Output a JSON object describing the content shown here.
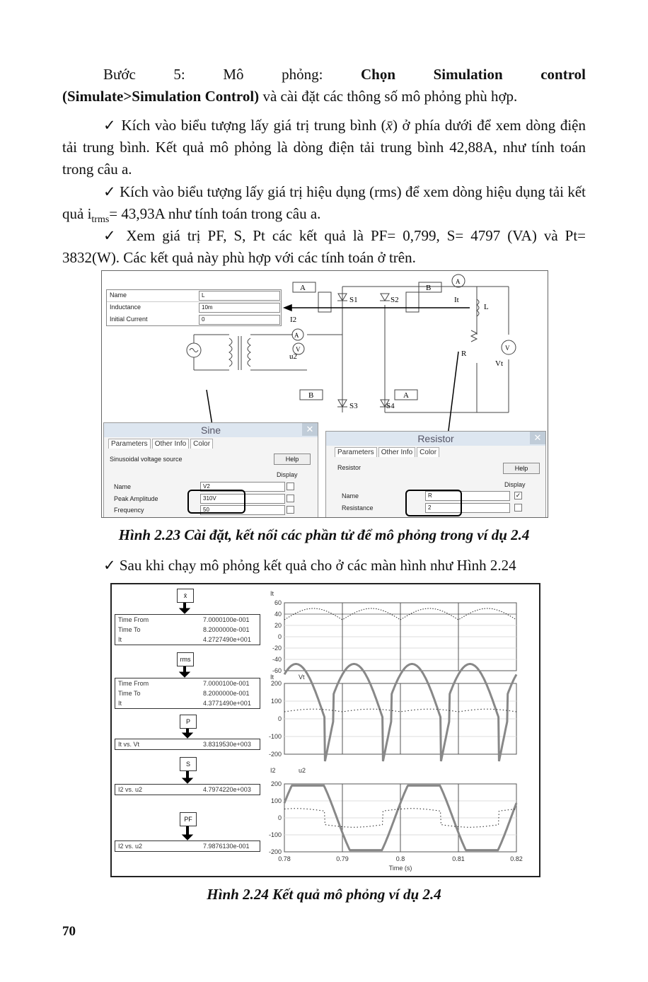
{
  "step": {
    "prefix": "Bước 5: Mô phỏng: ",
    "bold1": "Chọn Simulation control",
    "bold2": "(Simulate>Simulation Control)",
    "rest": " và cài đặt các thông số mô phỏng phù hợp."
  },
  "bullets": [
    {
      "mark": "✓",
      "pre": "Kích vào biểu tượng lấy giá trị trung bình (",
      "sym": "x̄",
      "post": ") ở phía dưới để xem dòng điện tải trung bình. Kết quả mô phỏng là dòng điện tải trung bình 42,88A, như tính toán trong câu a."
    },
    {
      "mark": "✓",
      "pre": "Kích vào biểu tượng lấy giá trị hiệu dụng (rms) để xem dòng hiệu dụng tải kết quả i",
      "sub": "trms",
      "post": "= 43,93A như tính toán trong câu a."
    },
    {
      "mark": "✓",
      "text": "Xem giá trị PF, S, Pt các kết quả là PF= 0,799, S= 4797 (VA) và Pt= 3832(W). Các kết quả này phù hợp với các tính toán ở trên."
    }
  ],
  "fig1": {
    "caption": "Hình 2.23 Cài đặt, kết nối các phần tử để mô phỏng trong ví dụ 2.4",
    "inductor_panel": [
      {
        "label": "Name",
        "value": "L"
      },
      {
        "label": "Inductance",
        "value": "10m"
      },
      {
        "label": "Initial Current",
        "value": "0"
      }
    ],
    "circuit_labels": {
      "a1": "A",
      "b1": "B",
      "ammeter": "A",
      "s1": "S1",
      "s2": "S2",
      "it": "It",
      "l": "L",
      "i2": "I2",
      "u2": "u2",
      "v": "V",
      "r": "R",
      "vt": "Vt",
      "b2": "B",
      "a2": "A",
      "s3": "S3",
      "s4": "S4"
    },
    "sine_dialog": {
      "title": "Sine",
      "tabs": [
        "Parameters",
        "Other Info",
        "Color"
      ],
      "subtitle": "Sinusoidal voltage source",
      "help": "Help",
      "display": "Display",
      "rows": [
        {
          "label": "Name",
          "value": "V2"
        },
        {
          "label": "Peak Amplitude",
          "value": "310V"
        },
        {
          "label": "Frequency",
          "value": "50"
        }
      ]
    },
    "resistor_dialog": {
      "title": "Resistor",
      "tabs": [
        "Parameters",
        "Other Info",
        "Color"
      ],
      "subtitle": "Resistor",
      "help": "Help",
      "display": "Display",
      "rows": [
        {
          "label": "Name",
          "value": "R",
          "checked": "✓"
        },
        {
          "label": "Resistance",
          "value": "2"
        }
      ]
    }
  },
  "bullet4": {
    "mark": "✓",
    "text": "Sau khi chạy mô phỏng kết quả cho ở các màn hình như Hình 2.24"
  },
  "fig2": {
    "caption": "Hình 2.24 Kết quả mô phỏng ví dụ 2.4",
    "meters": [
      {
        "icon": "x̄",
        "rows": [
          [
            "Time From",
            "7.0000100e-001"
          ],
          [
            "Time To",
            "8.2000000e-001"
          ],
          [
            "It",
            "4.2727490e+001"
          ]
        ]
      },
      {
        "icon": "rms",
        "rows": [
          [
            "Time From",
            "7.0000100e-001"
          ],
          [
            "Time To",
            "8.2000000e-001"
          ],
          [
            "It",
            "4.3771490e+001"
          ]
        ]
      },
      {
        "icon": "P",
        "rows": [
          [
            "It vs. Vt",
            "3.8319530e+003"
          ]
        ]
      },
      {
        "icon": "S",
        "rows": [
          [
            "I2 vs. u2",
            "4.7974220e+003"
          ]
        ]
      },
      {
        "icon": "PF",
        "rows": [
          [
            "I2 vs. u2",
            "7.9876130e-001"
          ]
        ]
      }
    ],
    "plot1": {
      "legend": "It",
      "yticks": [
        "60",
        "40",
        "20",
        "0",
        "-20",
        "-40",
        "-60"
      ]
    },
    "plot2": {
      "legend1": "It",
      "legend2": "Vt",
      "yticks": [
        "200",
        "100",
        "0",
        "-100",
        "-200"
      ]
    },
    "plot3": {
      "legend1": "I2",
      "legend2": "u2",
      "yticks": [
        "200",
        "100",
        "0",
        "-100",
        "-200"
      ]
    },
    "xticks": [
      "0.78",
      "0.79",
      "0.8",
      "0.81",
      "0.82"
    ],
    "xlabel": "Time (s)"
  },
  "page_number": "70"
}
